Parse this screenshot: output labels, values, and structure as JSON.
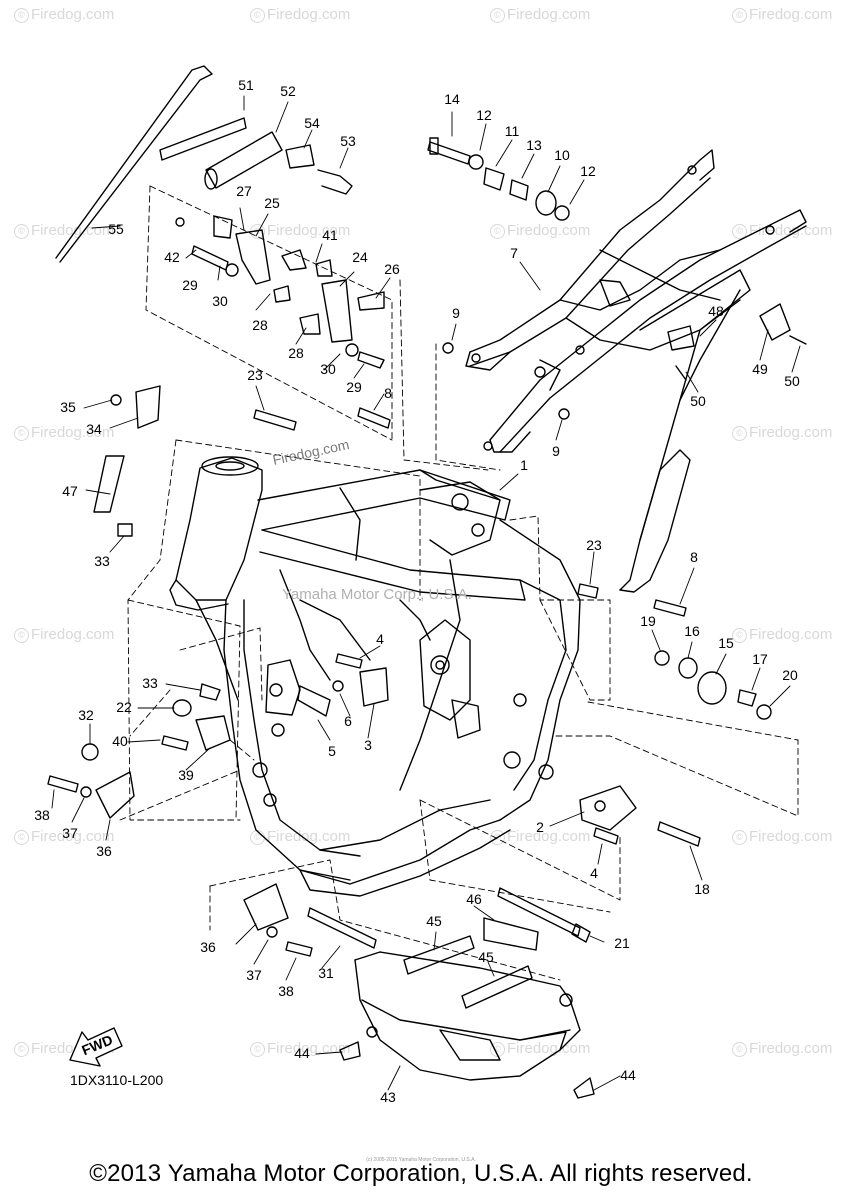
{
  "watermark": {
    "text": "Firedog.com",
    "symbol": "©"
  },
  "diagram_code": "1DX3110-L200",
  "copyright": "©2013 Yamaha Motor Corporation, U.S.A. All rights reserved.",
  "inline_watermark": "Firedog.com",
  "inline_watermark_corp": "Yamaha Motor Corp., U.S.A.",
  "fwd_label": "FWD",
  "callouts": [
    "1",
    "2",
    "3",
    "4",
    "4",
    "5",
    "6",
    "7",
    "8",
    "8",
    "9",
    "9",
    "10",
    "11",
    "12",
    "12",
    "13",
    "14",
    "15",
    "16",
    "17",
    "18",
    "19",
    "20",
    "21",
    "22",
    "23",
    "23",
    "24",
    "25",
    "26",
    "27",
    "28",
    "28",
    "29",
    "29",
    "30",
    "30",
    "31",
    "32",
    "33",
    "33",
    "34",
    "35",
    "36",
    "36",
    "37",
    "37",
    "38",
    "38",
    "39",
    "40",
    "41",
    "42",
    "43",
    "44",
    "44",
    "45",
    "45",
    "46",
    "47",
    "48",
    "49",
    "50",
    "50",
    "51",
    "52",
    "53",
    "54",
    "55"
  ]
}
